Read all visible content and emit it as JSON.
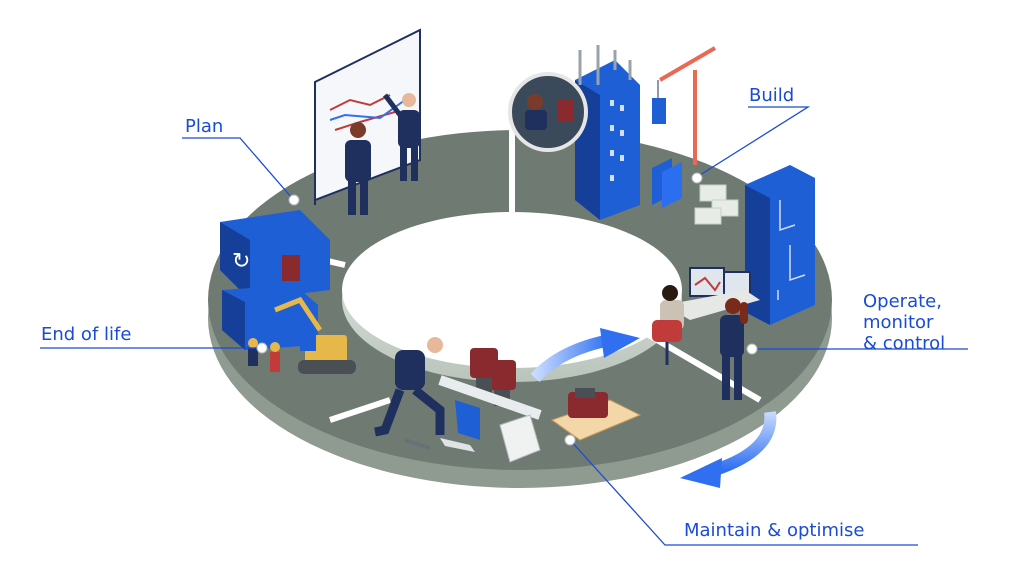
{
  "diagram": {
    "stages": [
      {
        "id": "plan",
        "label": "Plan"
      },
      {
        "id": "build",
        "label": "Build"
      },
      {
        "id": "operate",
        "label": "Operate,\nmonitor\n& control"
      },
      {
        "id": "maintain",
        "label": "Maintain & optimise"
      },
      {
        "id": "end",
        "label": "End of life"
      }
    ],
    "colors": {
      "label_text": "#1a4bd6",
      "leader_line": "#1a4bd6",
      "ring_top": "#6f7b72",
      "ring_side": "#dfe6df",
      "worker_navy": "#1f2f5e",
      "equipment_blue": "#1f5fd6",
      "pump_red": "#8a2a2e",
      "cycle_arrow": "#2f6ff0",
      "background": "#ffffff"
    }
  }
}
